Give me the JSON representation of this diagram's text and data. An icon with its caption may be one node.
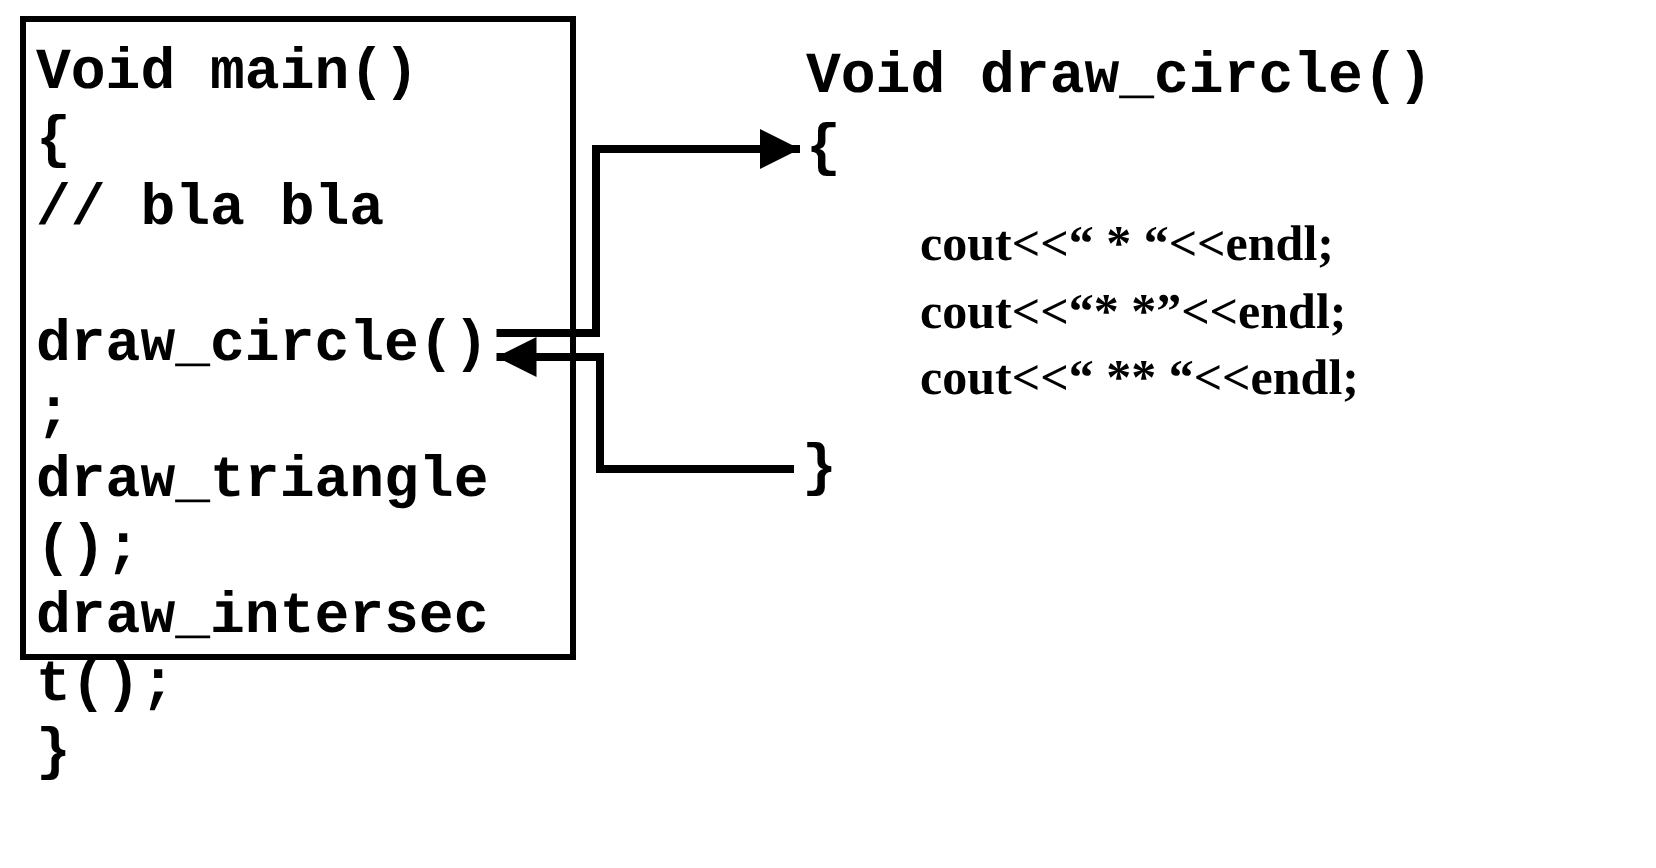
{
  "diagram": {
    "nodes": [
      {
        "text": [
          "Void main()",
          "{",
          "// bla bla"
        ]
      },
      {
        "text": [
          "draw_circle() ;"
        ],
        "in": 0
      },
      {
        "text": [
          "{"
        ]
      },
      {
        "text": [
          "}"
        ]
      }
    ],
    "edges": [
      {
        "from": 1,
        "to": 2,
        "arrow": "to"
      },
      {
        "from": 3,
        "to": 1,
        "arrow": "to"
      }
    ],
    "labels": [
      "Void draw_circle()",
      "draw_triangle ();",
      "cout<<“ * “<<endl;",
      "cout<<“* *”<<endl;",
      "cout<<“ ** “<<endl;",
      "draw_intersec t();",
      "}"
    ]
  }
}
